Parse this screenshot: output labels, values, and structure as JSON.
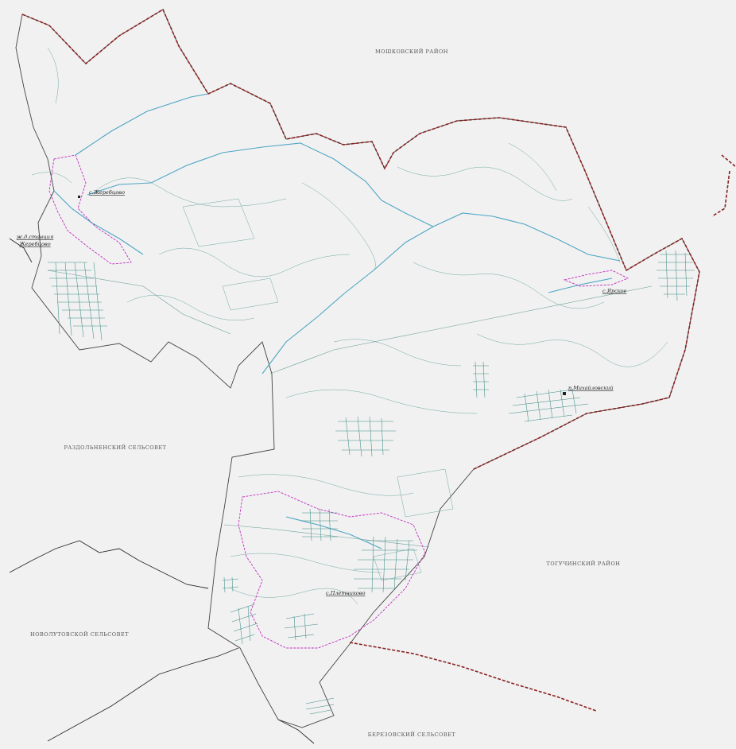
{
  "map": {
    "colors": {
      "background": "#f1f1f1",
      "territory_fill": "#f4fafa",
      "outer_boundary": "#8a2020",
      "river": "#4ea6c4",
      "contour": "#6fa9a4",
      "town_boundary": "#c030c0",
      "town_grid": "#3d8c87"
    },
    "region_labels": {
      "moshkovsky": "МОШКОВСКИЙ РАЙОН",
      "razdolnensky": "РАЗДОЛЬНЕНСКИЙ СЕЛЬСОВЕТ",
      "toguchinsky": "ТОГУЧИНСКИЙ РАЙОН",
      "novolutovskoy": "НОВОЛУТОВСКОЙ СЕЛЬСОВЕТ",
      "berezovsky": "БЕРЕЗОВСКИЙ СЕЛЬСОВЕТ"
    },
    "settlements": {
      "zherebtsovo": "с.Жеребцово",
      "station_line1": "ж.д.станция",
      "station_line2": "Жеребцово",
      "yarskoe": "с.Ярское",
      "mikhailovsky": "п.Михайловский",
      "pletnikovo": "с.Плетниково"
    }
  }
}
